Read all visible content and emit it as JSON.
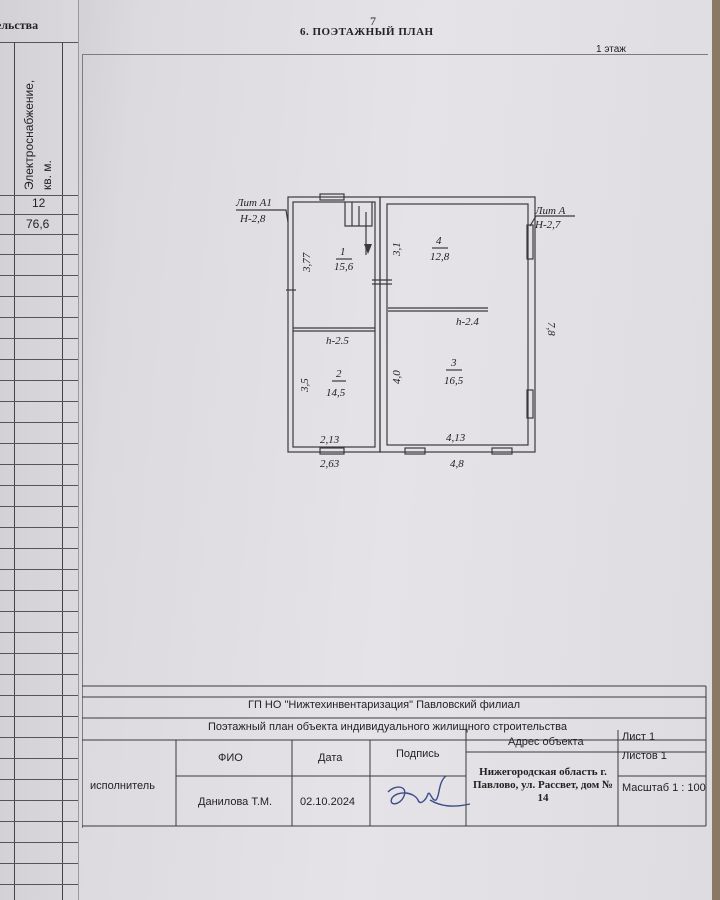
{
  "page_number": "7",
  "section_title": "6. ПОЭТАЖНЫЙ ПЛАН",
  "floor": "1 этаж",
  "left_sheet": {
    "header_fragment": "ельства",
    "column_label": "Электроснабжение,",
    "column_unit": "кв. м.",
    "values": [
      "12",
      "76,6"
    ]
  },
  "plan": {
    "lit_a1": {
      "name": "Лит А1",
      "height": "Н-2,8"
    },
    "lit_a": {
      "name": "Лит А",
      "height": "Н-2,7"
    },
    "rooms": [
      {
        "number": "1",
        "area": "15,6"
      },
      {
        "number": "2",
        "area": "14,5"
      },
      {
        "number": "3",
        "area": "16,5"
      },
      {
        "number": "4",
        "area": "12,8"
      }
    ],
    "ceiling_heights": [
      "h-2.5",
      "h-2.4"
    ],
    "dimensions": {
      "room1_height": "3,77",
      "room2_height": "3,5",
      "room4_height": "3,1",
      "room3_height": "4,0",
      "right_height": "7,8",
      "room2_width_inner": "2,13",
      "room2_width_outer": "2,63",
      "room3_width_inner": "4,13",
      "room3_width_outer": "4,8"
    }
  },
  "title_block": {
    "organization": "ГП НО \"Нижтехинвентаризация\" Павловский филиал",
    "document_title": "Поэтажный план объекта индивидуального жилищного строительства",
    "headers": {
      "fio": "ФИО",
      "date": "Дата",
      "signature": "Подпись",
      "address": "Адрес объекта"
    },
    "role": "исполнитель",
    "name": "Данилова Т.М.",
    "date": "02.10.2024",
    "address": "Нижегородская область г. Павлово, ул. Рассвет, дом № 14",
    "sheet": "Лист 1",
    "sheets": "Листов 1",
    "scale": "Масштаб 1 : 100"
  }
}
